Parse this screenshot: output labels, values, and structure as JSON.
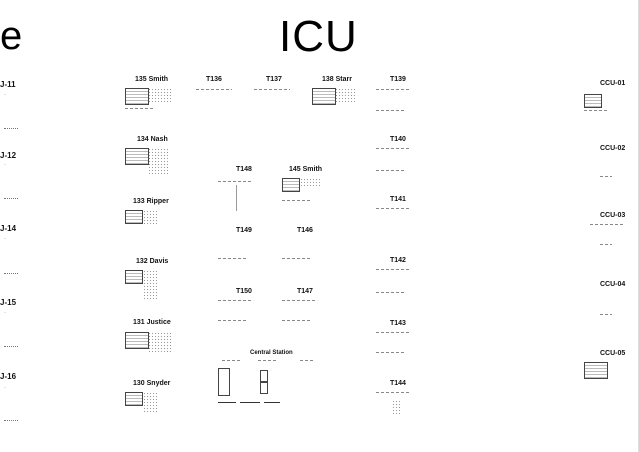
{
  "header": {
    "title": "ICU",
    "partial_left": "e"
  },
  "left_column": [
    {
      "code": "J-11"
    },
    {
      "code": "J-12"
    },
    {
      "code": "J-14"
    },
    {
      "code": "J-15"
    },
    {
      "code": "J-16"
    }
  ],
  "rooms": {
    "r135": "135 Smith",
    "t136": "T136",
    "t137": "T137",
    "r138": "138 Starr",
    "t139": "T139",
    "r134": "134 Nash",
    "t140": "T140",
    "t148": "T148",
    "r145": "145 Smith",
    "r133": "133 Ripper",
    "t141": "T141",
    "t149": "T149",
    "t146": "T146",
    "r132": "132 Davis",
    "t142": "T142",
    "t150": "T150",
    "t147": "T147",
    "r131": "131 Justice",
    "t143": "T143",
    "r130": "130 Snyder",
    "t144": "T144"
  },
  "ccu": [
    "CCU-01",
    "CCU-02",
    "CCU-03",
    "CCU-04",
    "CCU-05"
  ],
  "central_station": {
    "label": "Central Station"
  }
}
